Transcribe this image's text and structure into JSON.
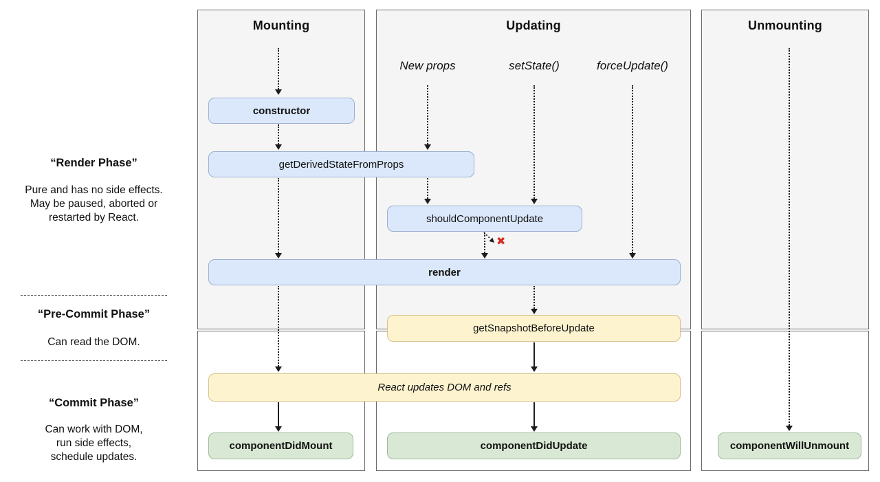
{
  "columns": {
    "mounting": {
      "title": "Mounting"
    },
    "updating": {
      "title": "Updating",
      "triggers": [
        {
          "label": "New props"
        },
        {
          "label": "setState()"
        },
        {
          "label": "forceUpdate()"
        }
      ]
    },
    "unmounting": {
      "title": "Unmounting"
    }
  },
  "sidebar": {
    "render_phase": {
      "title": "“Render Phase”",
      "description": "Pure and has no side effects.\nMay be paused, aborted or\nrestarted by React."
    },
    "pre_commit_phase": {
      "title": "“Pre-Commit Phase”",
      "description": "Can read the DOM."
    },
    "commit_phase": {
      "title": "“Commit Phase”",
      "description": "Can work with DOM,\nrun side effects,\nschedule updates."
    }
  },
  "lifecycle": {
    "constructor": "constructor",
    "get_derived_state_from_props": "getDerivedStateFromProps",
    "should_component_update": "shouldComponentUpdate",
    "render": "render",
    "get_snapshot_before_update": "getSnapshotBeforeUpdate",
    "react_updates_dom": "React updates DOM and refs",
    "component_did_mount": "componentDidMount",
    "component_did_update": "componentDidUpdate",
    "component_will_unmount": "componentWillUnmount"
  },
  "false_marker": "✖",
  "colors": {
    "column_bg_top": "#f5f5f5",
    "column_bg_bottom": "#ffffff",
    "column_border": "#6b6b6b",
    "box_blue_bg": "#dbe8fb",
    "box_blue_border": "#9ab0cf",
    "box_yellow_bg": "#fdf3cf",
    "box_yellow_border": "#d8c28a",
    "box_green_bg": "#d9e8d4",
    "box_green_border": "#9dbb97",
    "arrow": "#1c1c1c",
    "false_x": "#d22d21"
  }
}
